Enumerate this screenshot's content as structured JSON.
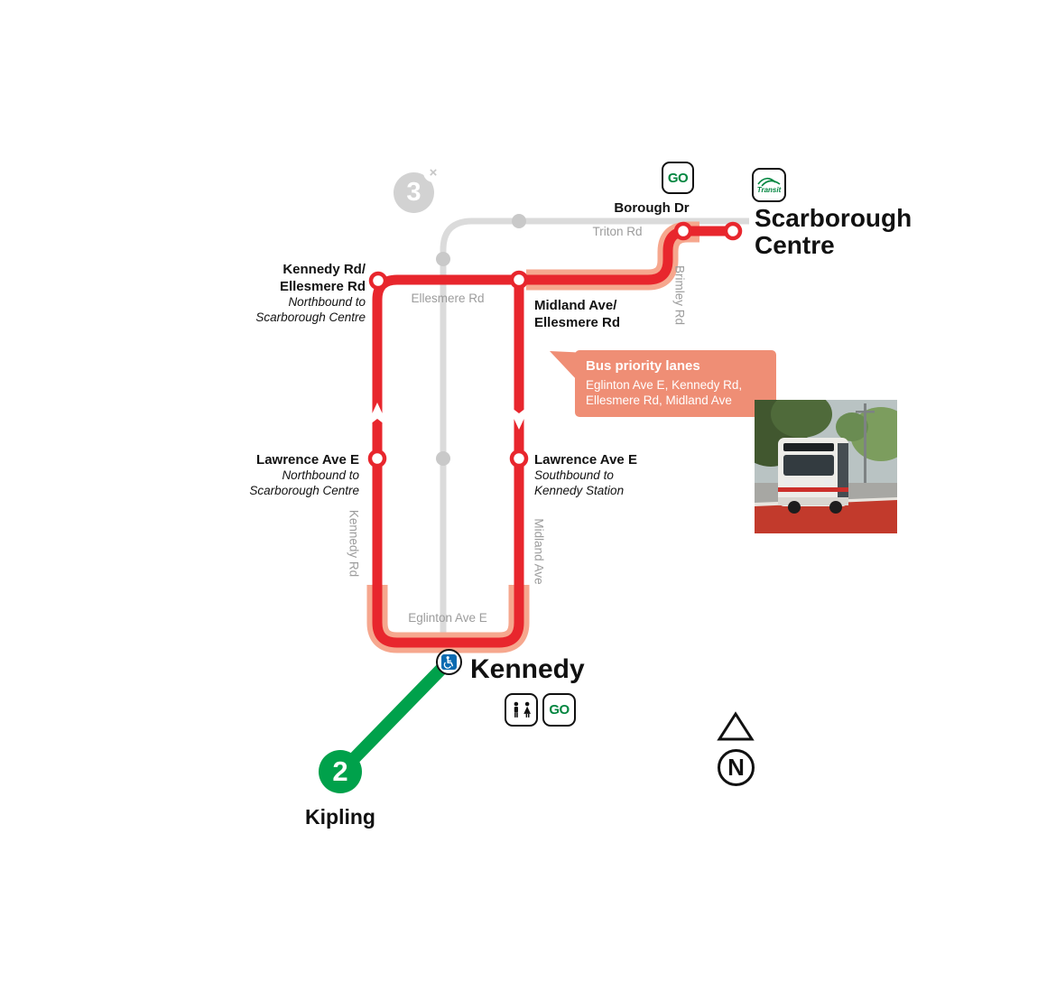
{
  "badges": {
    "line3": {
      "number": "3",
      "closed": "×"
    },
    "line2": {
      "number": "2"
    }
  },
  "terminals": {
    "scarborough": {
      "line1": "Scarborough",
      "line2": "Centre"
    },
    "kennedy": {
      "name": "Kennedy"
    },
    "kipling": {
      "name": "Kipling"
    }
  },
  "stops": {
    "kennedy_ellesmere": {
      "name1": "Kennedy Rd/",
      "name2": "Ellesmere Rd",
      "note1": "Northbound to",
      "note2": "Scarborough Centre"
    },
    "midland_ellesmere": {
      "name1": "Midland Ave/",
      "name2": "Ellesmere Rd"
    },
    "lawrence_nb": {
      "name": "Lawrence Ave E",
      "note1": "Northbound to",
      "note2": "Scarborough Centre"
    },
    "lawrence_sb": {
      "name": "Lawrence Ave E",
      "note1": "Southbound to",
      "note2": "Kennedy Station"
    },
    "borough": {
      "name": "Borough Dr"
    }
  },
  "streets": {
    "ellesmere": "Ellesmere Rd",
    "eglinton": "Eglinton Ave E",
    "kennedy_rd": "Kennedy Rd",
    "midland_ave": "Midland Ave",
    "brimley_rd": "Brimley Rd",
    "triton_rd": "Triton Rd"
  },
  "callout": {
    "title": "Bus priority lanes",
    "line1": "Eglinton Ave E, Kennedy Rd,",
    "line2": "Ellesmere Rd, Midland Ave"
  },
  "compass": {
    "north": "N"
  },
  "logos": {
    "go": "GO",
    "transit": "Transit"
  },
  "colors": {
    "route_red": "#e8262d",
    "priority_salmon": "#f6a78e",
    "callout_bg": "#ef8e75",
    "line2_green": "#00a14b",
    "closed_line_gray": "#dbdbdb",
    "closed_dot_gray": "#c9c9c9",
    "street_text_gray": "#9c9c9c",
    "go_green": "#00853f",
    "accessibility_blue": "#0b6bb1"
  }
}
